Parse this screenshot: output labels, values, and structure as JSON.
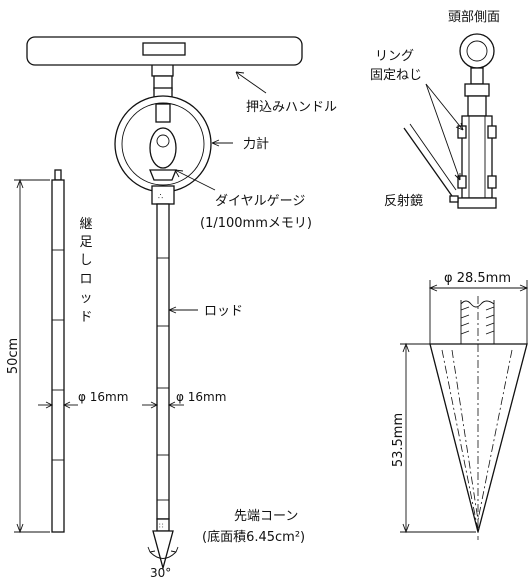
{
  "labels": {
    "head_side": "頭部側面",
    "ring_fixing_screw_1": "リング",
    "ring_fixing_screw_2": "固定ねじ",
    "push_handle": "押込みハンドル",
    "force_gauge": "力計",
    "dial_gauge": "ダイヤルゲージ",
    "dial_gauge_unit": "(1/100mmメモリ)",
    "extension_rod": "継足しロッド",
    "extension_rod_chars": [
      "継",
      "足",
      "し",
      "ロ",
      "ッ",
      "ド"
    ],
    "reflector": "反射鏡",
    "cone_diameter": "φ 28.5mm",
    "rod": "ロッド",
    "length_50cm": "50cm",
    "rod_dia_left": "φ 16mm",
    "rod_dia_right": "φ 16mm",
    "cone_height": "53.5mm",
    "tip_cone": "先端コーン",
    "tip_cone_area": "(底面積6.45cm²)",
    "cone_angle": "30°"
  }
}
